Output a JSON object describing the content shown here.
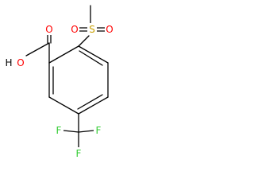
{
  "colors": {
    "bond": "#000000",
    "oxygen": "#ff0000",
    "sulfur": "#c8a000",
    "fluorine": "#33cc33",
    "hydrogen": "#000000"
  },
  "atoms": {
    "o_hydroxyl": "O",
    "h_hydroxyl": "H",
    "o_carbonyl": "O",
    "s_sulfonyl": "S",
    "o_sulfonyl_left": "O",
    "o_sulfonyl_right": "O",
    "f_left": "F",
    "f_right": "F",
    "f_bottom": "F"
  }
}
